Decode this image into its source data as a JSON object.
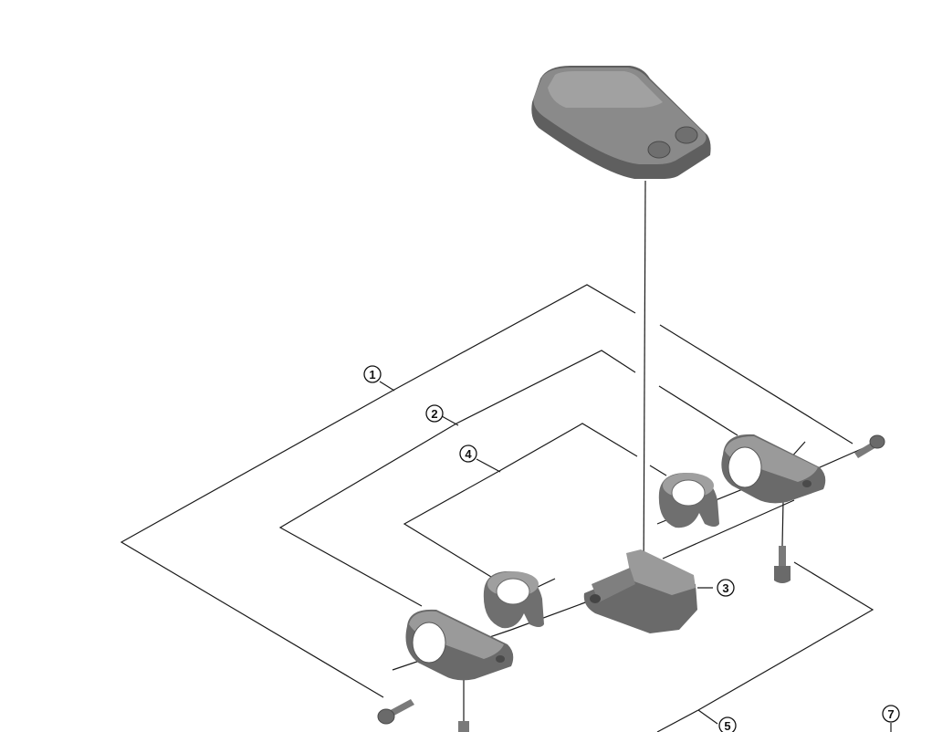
{
  "diagram": {
    "callouts": [
      "1",
      "2",
      "3",
      "4",
      "5",
      "7"
    ]
  },
  "colors": {
    "line": "#1a1a1a",
    "part_dark": "#5f5f5f",
    "part_mid": "#8a8a8a",
    "part_light": "#b3b3b3",
    "part_highlight": "#d0d0d0"
  }
}
